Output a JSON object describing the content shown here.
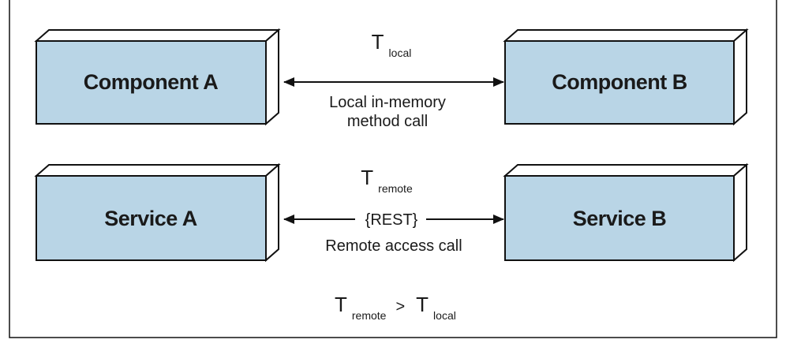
{
  "components": {
    "a": {
      "label": "Component A"
    },
    "b": {
      "label": "Component B"
    }
  },
  "services": {
    "a": {
      "label": "Service A"
    },
    "b": {
      "label": "Service B"
    }
  },
  "local_link": {
    "t_symbol": "T",
    "t_subscript": "local",
    "caption_line1": "Local in-memory",
    "caption_line2": "method call"
  },
  "remote_link": {
    "t_symbol": "T",
    "t_subscript": "remote",
    "protocol": "{REST}",
    "caption": "Remote access call"
  },
  "comparison": {
    "left_symbol": "T",
    "left_subscript": "remote",
    "operator": ">",
    "right_symbol": "T",
    "right_subscript": "local"
  },
  "colors": {
    "box_fill": "#b9d5e6",
    "box_side": "#ffffff",
    "stroke": "#111111"
  }
}
